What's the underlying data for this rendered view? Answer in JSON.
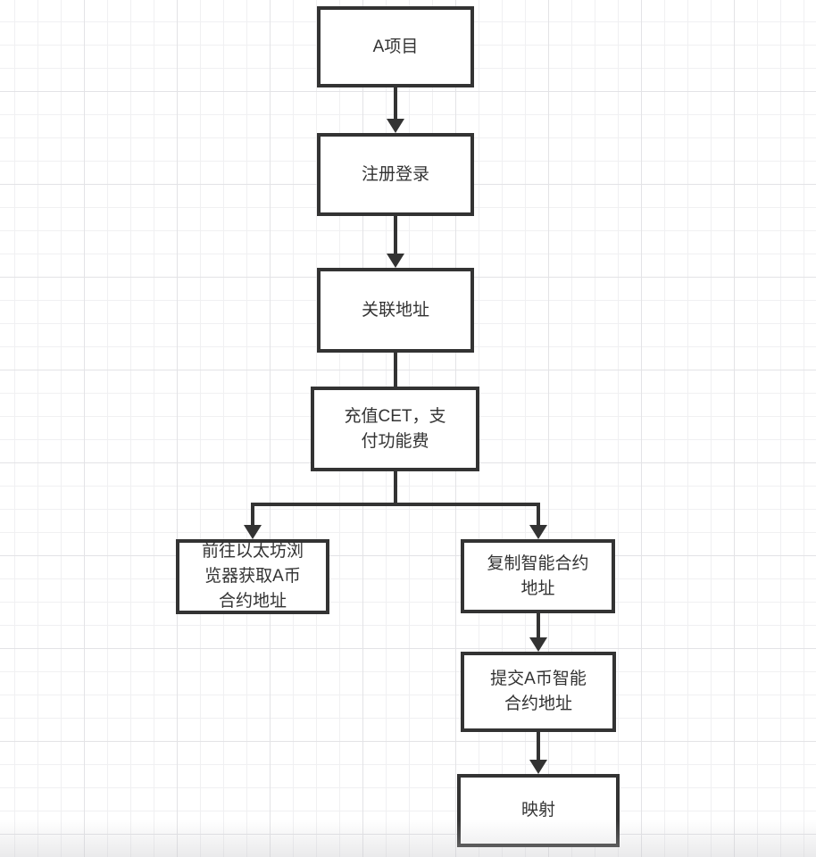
{
  "canvas": {
    "background_color": "#ffffff",
    "grid_minor_color": "#f0f0f2",
    "grid_major_color": "#e3e3e6",
    "line_color": "#333333",
    "node_border_color": "#333333",
    "node_fill_color": "#ffffff",
    "text_color": "#333333"
  },
  "flowchart": {
    "nodes": [
      {
        "id": "project",
        "label": "A项目"
      },
      {
        "id": "register-login",
        "label": "注册登录"
      },
      {
        "id": "link-address",
        "label": "关联地址"
      },
      {
        "id": "deposit-cet",
        "label": "充值CET，支\n付功能费"
      },
      {
        "id": "etherscan-fetch",
        "label": "前往以太坊浏\n览器获取A币\n合约地址"
      },
      {
        "id": "copy-contract",
        "label": "复制智能合约\n地址"
      },
      {
        "id": "submit-contract",
        "label": "提交A币智能\n合约地址"
      },
      {
        "id": "mapping",
        "label": "映射"
      }
    ],
    "edges": [
      {
        "from": "project",
        "to": "register-login",
        "arrowhead": true
      },
      {
        "from": "register-login",
        "to": "link-address",
        "arrowhead": true
      },
      {
        "from": "link-address",
        "to": "deposit-cet",
        "arrowhead": false
      },
      {
        "from": "deposit-cet",
        "to": "etherscan-fetch",
        "arrowhead": true
      },
      {
        "from": "deposit-cet",
        "to": "copy-contract",
        "arrowhead": true
      },
      {
        "from": "copy-contract",
        "to": "submit-contract",
        "arrowhead": true
      },
      {
        "from": "submit-contract",
        "to": "mapping",
        "arrowhead": true
      }
    ]
  }
}
